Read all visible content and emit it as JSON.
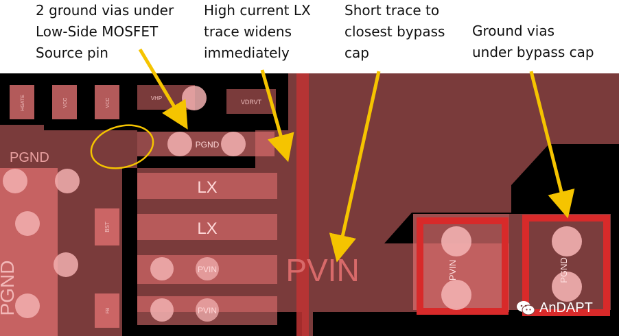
{
  "callouts": {
    "ground_vias_mosfet": "2 ground vias under\nLow-Side MOSFET\nSource pin",
    "lx_trace": "High current LX\ntrace widens\nimmediately",
    "bypass_trace": "Short trace to\nclosest bypass\ncap",
    "bypass_vias": "Ground vias\nunder bypass cap"
  },
  "labels": {
    "pgnd_left": "PGND",
    "pgnd_bottom": "PGND",
    "pgnd_pad": "PGND",
    "vhp": "VHP",
    "vdrvt": "VDRVT",
    "lx_top": "LX",
    "lx_bottom": "LX",
    "bst": "BST",
    "pvin_pad_top": "PVIN",
    "pvin_pad_bottom": "PVIN",
    "pvin_big": "PVIN",
    "pvin_cap": "PVIN",
    "pgnd_cap": "PGND",
    "tiny_pad_1": "HGATE",
    "tiny_pad_2": "VCC",
    "tiny_pad_3": "VCC",
    "tiny_pad_4": "FB"
  },
  "watermark": {
    "text": "AnDAPT",
    "icon": "wechat-icon"
  },
  "colors": {
    "board": "#000000",
    "copper": "#7a3b3b",
    "pad": "#e07070",
    "via": "#f2b0b0",
    "ring": "#d82a2a",
    "arrow": "#f5c400"
  }
}
